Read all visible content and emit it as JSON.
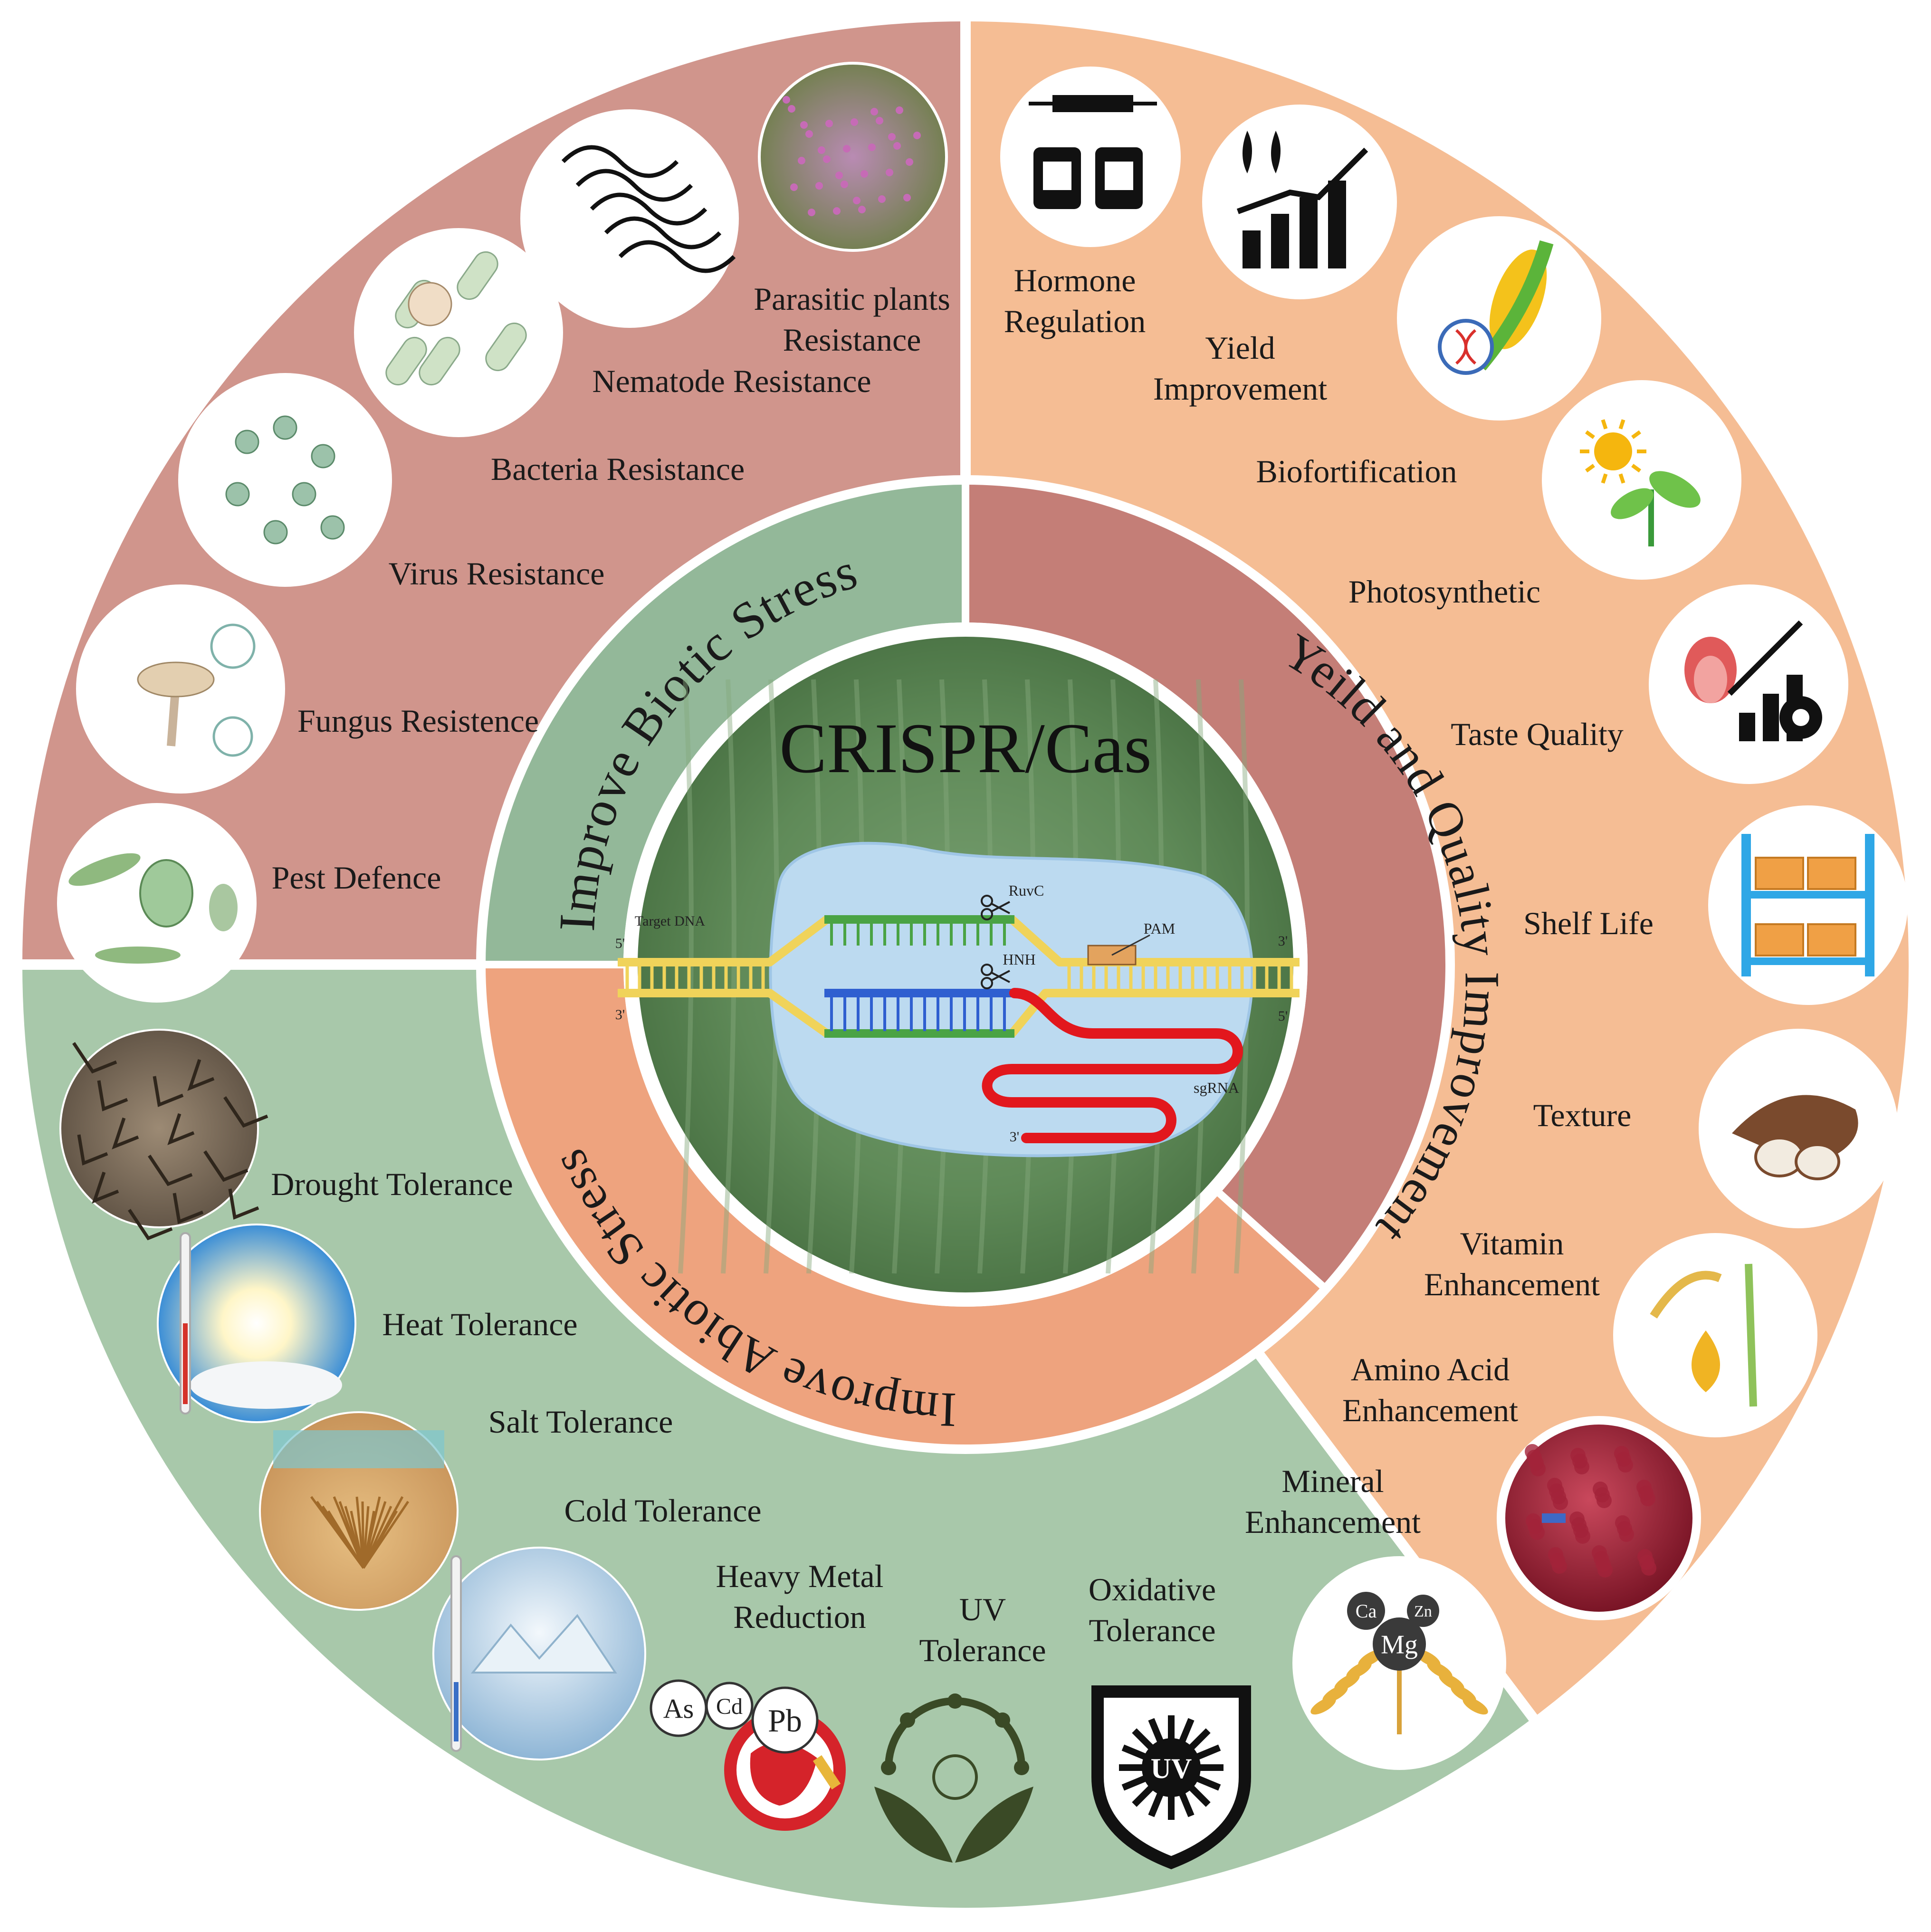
{
  "colors": {
    "biotic_sector": "#d0958c",
    "yield_sector": "#f5bd94",
    "abiotic_sector": "#a8c8aa",
    "biotic_ring": "#93b899",
    "yield_ring": "#c47e77",
    "abiotic_ring": "#eea37e",
    "center": "#5f8a58",
    "ellipse": "#bcdaf0",
    "dna_strand": "#f0d35a",
    "spacer_green": "#4aa344",
    "spacer_blue": "#2f5fd0",
    "sgrna": "#e2171d",
    "text": "#1a1a1a"
  },
  "center": {
    "title": "CRISPR/Cas",
    "labels": {
      "target_dna": "Target DNA",
      "five_prime_left": "5'",
      "three_prime_left": "3'",
      "three_prime_right": "3'",
      "five_prime_right": "5'",
      "ruvc": "RuvC",
      "hnh": "HNH",
      "pam": "PAM",
      "sgrna": "sgRNA",
      "three_prime_end": "3'"
    }
  },
  "rings": {
    "biotic": "Improve Biotic Stress",
    "yield": "Yeild and Quality Improvement",
    "abiotic": "Improve Abiotic Stress"
  },
  "biotic_items": [
    {
      "label": "Parasitic plants Resistance",
      "lines": [
        "Parasitic plants",
        "Resistance"
      ],
      "icon": "parasitic-plant-icon"
    },
    {
      "label": "Nematode Resistance",
      "lines": [
        "Nematode Resistance"
      ],
      "icon": "nematode-icon"
    },
    {
      "label": "Bacteria Resistance",
      "lines": [
        "Bacteria Resistance"
      ],
      "icon": "bacteria-icon"
    },
    {
      "label": "Virus Resistance",
      "lines": [
        "Virus Resistance"
      ],
      "icon": "virus-icon"
    },
    {
      "label": "Fungus Resistence",
      "lines": [
        "Fungus Resistence"
      ],
      "icon": "fungus-icon"
    },
    {
      "label": "Pest Defence",
      "lines": [
        "Pest Defence"
      ],
      "icon": "pest-icon"
    }
  ],
  "yield_items": [
    {
      "label": "Hormone Regulation",
      "lines": [
        "Hormone",
        "Regulation"
      ],
      "icon": "hormone-icon"
    },
    {
      "label": "Yield Improvement",
      "lines": [
        "Yield",
        "Improvement"
      ],
      "icon": "yield-chart-icon"
    },
    {
      "label": "Biofortification",
      "lines": [
        "Biofortification"
      ],
      "icon": "corn-dna-icon"
    },
    {
      "label": "Photosynthetic",
      "lines": [
        "Photosynthetic"
      ],
      "icon": "sun-plant-icon"
    },
    {
      "label": "Taste Quality",
      "lines": [
        "Taste Quality"
      ],
      "icon": "taste-icon"
    },
    {
      "label": "Shelf Life",
      "lines": [
        "Shelf Life"
      ],
      "icon": "shelf-icon"
    },
    {
      "label": "Texture",
      "lines": [
        "Texture"
      ],
      "icon": "texture-icon"
    },
    {
      "label": "Vitamin Enhancement",
      "lines": [
        "Vitamin",
        "Enhancement"
      ],
      "icon": "vitamin-icon"
    },
    {
      "label": "Amino Acid Enhancement",
      "lines": [
        "Amino Acid",
        "Enhancement"
      ],
      "icon": "protein-icon"
    },
    {
      "label": "Mineral Enhancement",
      "lines": [
        "Mineral",
        "Enhancement"
      ],
      "icon": "mineral-icon",
      "glyphs": [
        "Ca",
        "Zn",
        "Mg"
      ]
    }
  ],
  "abiotic_items": [
    {
      "label": "Drought Tolerance",
      "lines": [
        "Drought Tolerance"
      ],
      "icon": "drought-icon"
    },
    {
      "label": "Heat Tolerance",
      "lines": [
        "Heat Tolerance"
      ],
      "icon": "heat-icon"
    },
    {
      "label": "Salt Tolerance",
      "lines": [
        "Salt Tolerance"
      ],
      "icon": "salt-icon"
    },
    {
      "label": "Cold Tolerance",
      "lines": [
        "Cold Tolerance"
      ],
      "icon": "cold-icon"
    },
    {
      "label": "Heavy Metal Reduction",
      "lines": [
        "Heavy Metal",
        "Reduction"
      ],
      "icon": "heavy-metal-icon",
      "glyphs": [
        "Cd",
        "As",
        "Pb"
      ]
    },
    {
      "label": "UV Tolerance",
      "lines": [
        "UV",
        "Tolerance"
      ],
      "icon": "uv-leaf-icon"
    },
    {
      "label": "Oxidative Tolerance",
      "lines": [
        "Oxidative",
        "Tolerance"
      ],
      "icon": "uv-shield-icon",
      "glyphs": [
        "UV"
      ]
    }
  ]
}
